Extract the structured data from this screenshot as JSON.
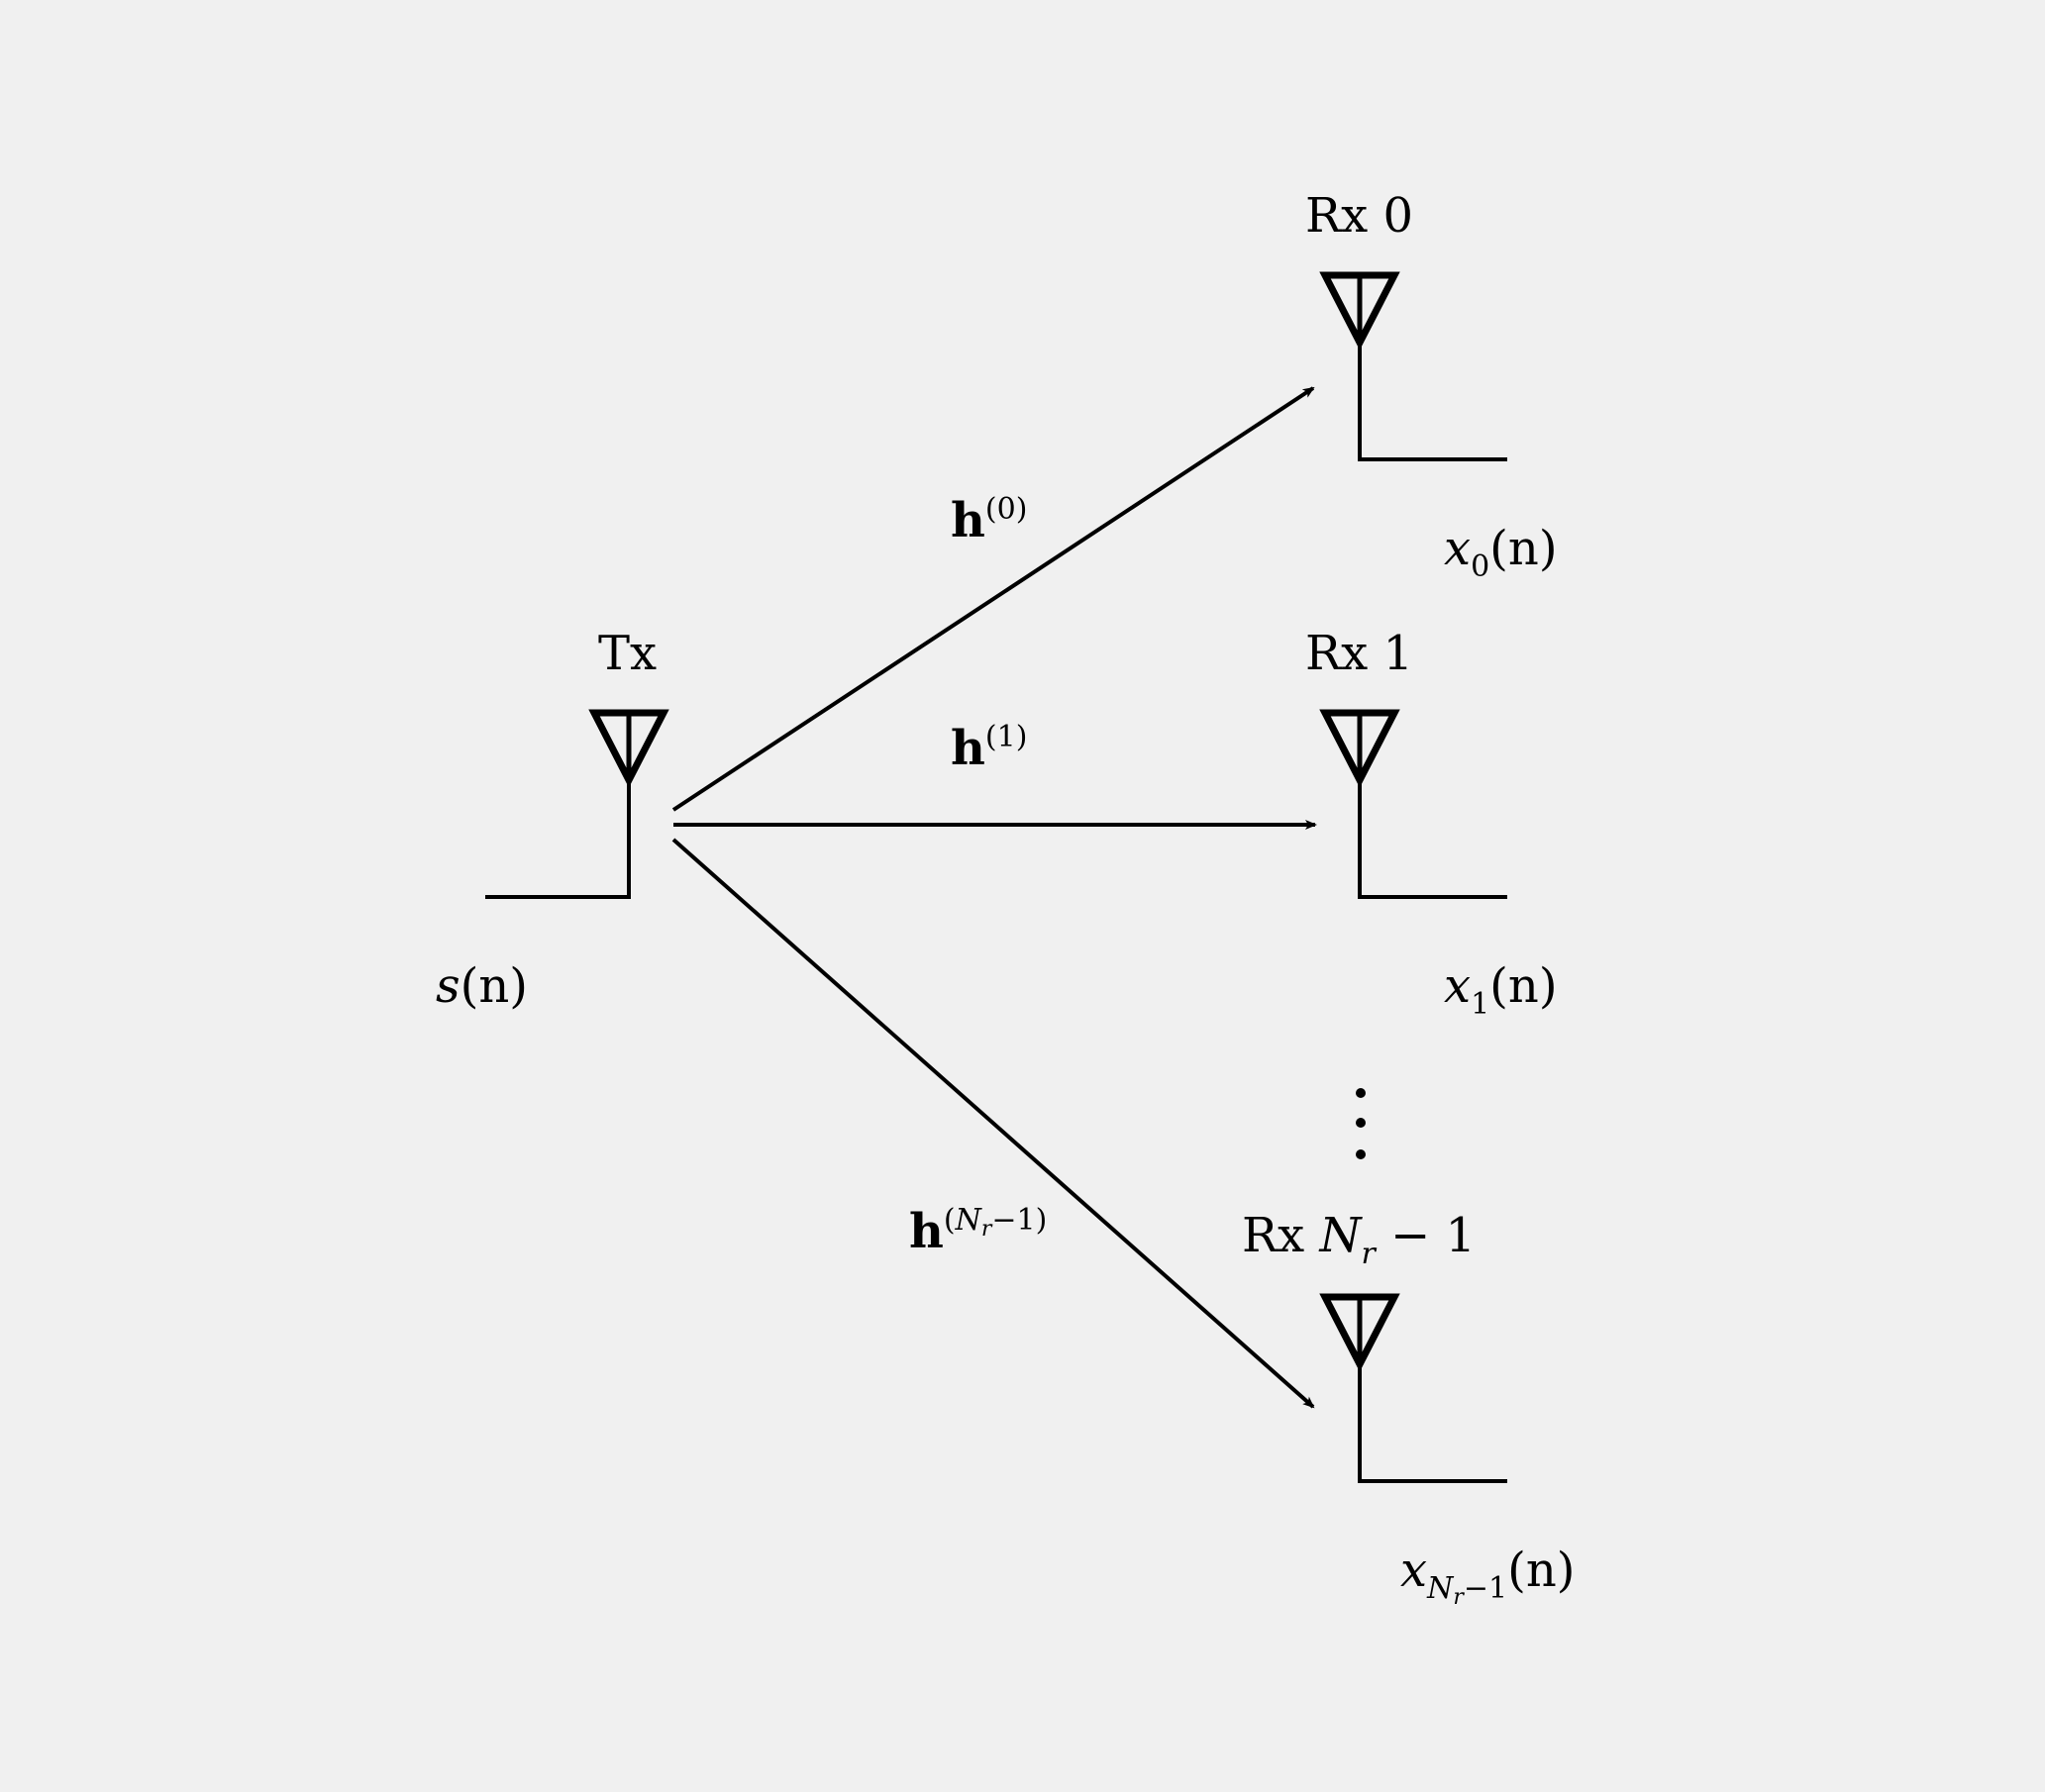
{
  "colors": {
    "background": "#f0f0f0",
    "ink": "#000000"
  },
  "transmitter": {
    "label": "Tx",
    "input": {
      "base": "s",
      "arg": "(n)"
    }
  },
  "receivers": [
    {
      "label": "Rx 0",
      "output": {
        "base": "x",
        "sub": "0",
        "arg": "(n)"
      }
    },
    {
      "label": "Rx 1",
      "output": {
        "base": "x",
        "sub": "1",
        "arg": "(n)"
      }
    },
    {
      "label_prefix": "Rx ",
      "label_var": "N",
      "label_var_sub": "r",
      "label_suffix": " − 1",
      "output": {
        "base": "x",
        "sub_var": "N",
        "sub_var_sub": "r",
        "sub_rest": "−1",
        "arg": "(n)"
      }
    }
  ],
  "channels": [
    {
      "base": "h",
      "sup": "(0)"
    },
    {
      "base": "h",
      "sup": "(1)"
    },
    {
      "base": "h",
      "sup_open": "(",
      "sup_var": "N",
      "sup_var_sub": "r",
      "sup_rest": "−1)"
    }
  ],
  "ellipsis": "⋮"
}
